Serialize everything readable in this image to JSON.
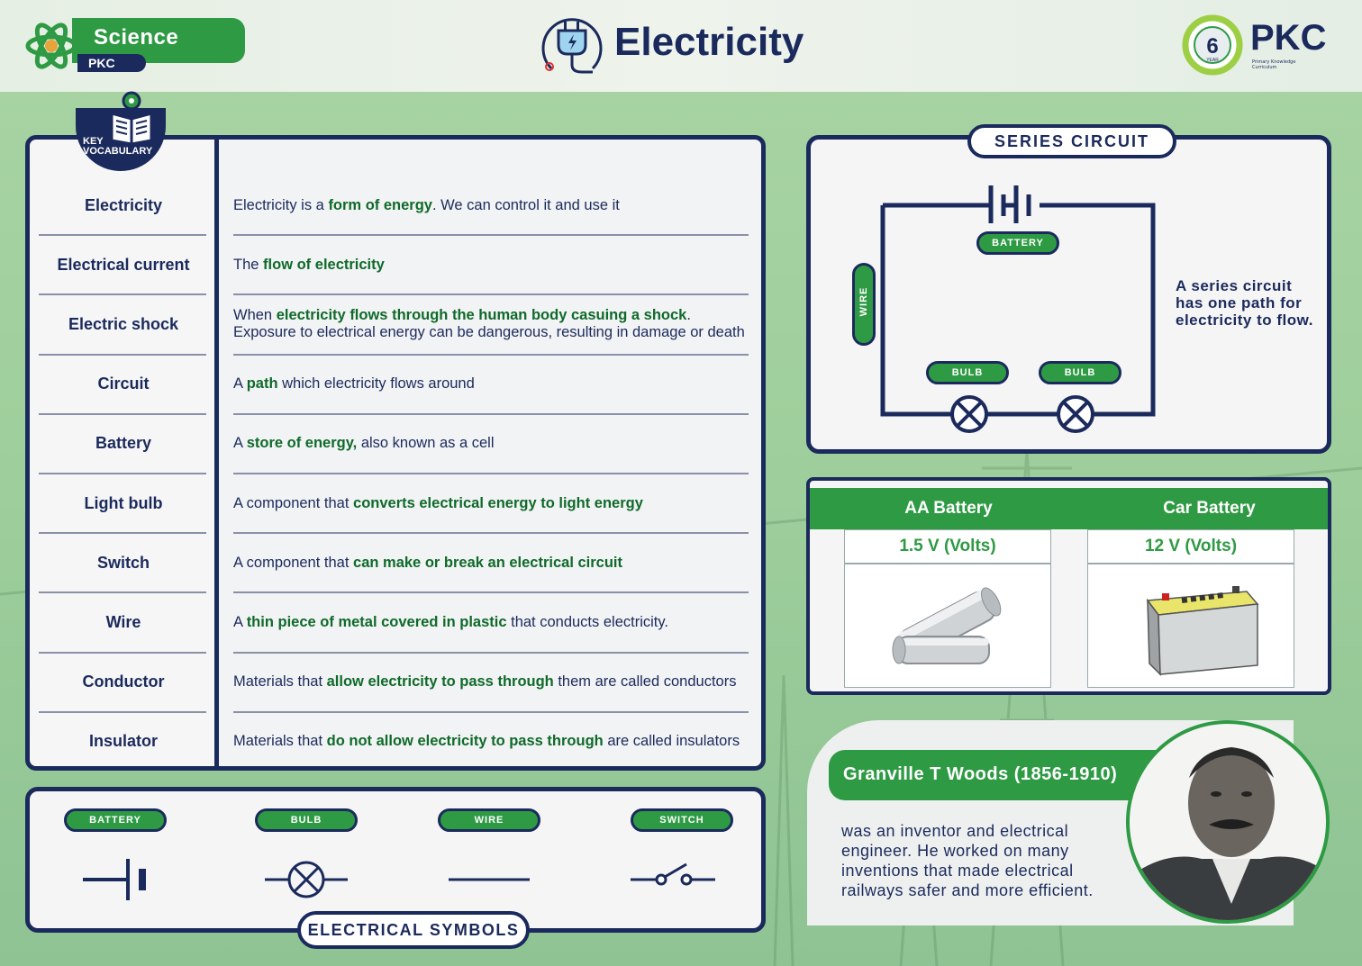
{
  "header": {
    "subject": "Science",
    "brand_tag": "PKC",
    "title": "Electricity",
    "year_number": "6",
    "year_label": "YEAR",
    "logo_text": "PKC",
    "logo_subtext": "Primary Knowledge Curriculum"
  },
  "vocabulary": {
    "badge": "KEY VOCABULARY",
    "rows": [
      {
        "term": "Electricity",
        "def_parts": [
          {
            "t": "Electricity is a ",
            "b": false
          },
          {
            "t": "form of energy",
            "b": true
          },
          {
            "t": ". We can control it and use it",
            "b": false
          }
        ]
      },
      {
        "term": "Electrical current",
        "def_parts": [
          {
            "t": "The ",
            "b": false
          },
          {
            "t": "flow of electricity",
            "b": true
          }
        ]
      },
      {
        "term": "Electric shock",
        "def_parts": [
          {
            "t": "When ",
            "b": false
          },
          {
            "t": "electricity flows through the human body casuing a shock",
            "b": true
          },
          {
            "t": ". Exposure to electrical energy can be dangerous, resulting in damage or death",
            "b": false
          }
        ]
      },
      {
        "term": "Circuit",
        "def_parts": [
          {
            "t": "A ",
            "b": false
          },
          {
            "t": "path",
            "b": true
          },
          {
            "t": " which electricity flows around",
            "b": false
          }
        ]
      },
      {
        "term": "Battery",
        "def_parts": [
          {
            "t": "A ",
            "b": false
          },
          {
            "t": "store of energy,",
            "b": true
          },
          {
            "t": " also known as a cell",
            "b": false
          }
        ]
      },
      {
        "term": "Light bulb",
        "def_parts": [
          {
            "t": "A component that ",
            "b": false
          },
          {
            "t": "converts electrical energy to light energy",
            "b": true
          }
        ]
      },
      {
        "term": "Switch",
        "def_parts": [
          {
            "t": "A component that ",
            "b": false
          },
          {
            "t": "can make or break an electrical circuit",
            "b": true
          }
        ]
      },
      {
        "term": "Wire",
        "def_parts": [
          {
            "t": "A ",
            "b": false
          },
          {
            "t": "thin piece of metal covered in plastic",
            "b": true
          },
          {
            "t": " that conducts electricity.",
            "b": false
          }
        ]
      },
      {
        "term": "Conductor",
        "def_parts": [
          {
            "t": "Materials that ",
            "b": false
          },
          {
            "t": "allow electricity to pass through",
            "b": true
          },
          {
            "t": " them are called conductors",
            "b": false
          }
        ]
      },
      {
        "term": "Insulator",
        "def_parts": [
          {
            "t": "Materials that ",
            "b": false
          },
          {
            "t": "do not allow electricity to pass through",
            "b": true
          },
          {
            "t": " are called insulators",
            "b": false
          }
        ]
      }
    ]
  },
  "series_circuit": {
    "title": "SERIES  CIRCUIT",
    "battery_label": "BATTERY",
    "wire_label": "WIRE",
    "bulb_label_1": "BULB",
    "bulb_label_2": "BULB",
    "description": "A series circuit has one path for electricity to flow."
  },
  "batteries": {
    "columns": [
      {
        "name": "AA Battery",
        "voltage": "1.5 V (Volts)"
      },
      {
        "name": "Car Battery",
        "voltage": "12 V (Volts)"
      }
    ]
  },
  "granville": {
    "name": "Granville T Woods (1856-1910)",
    "bio": "was an inventor and electrical engineer. He worked on many inventions that made electrical railways safer and more efficient."
  },
  "symbols": {
    "title": "ELECTRICAL SYMBOLS",
    "items": [
      "BATTERY",
      "BULB",
      "WIRE",
      "SWITCH"
    ]
  },
  "colors": {
    "navy": "#1b2a5c",
    "green": "#2e9a44",
    "dark_green_text": "#0f6a2a"
  }
}
